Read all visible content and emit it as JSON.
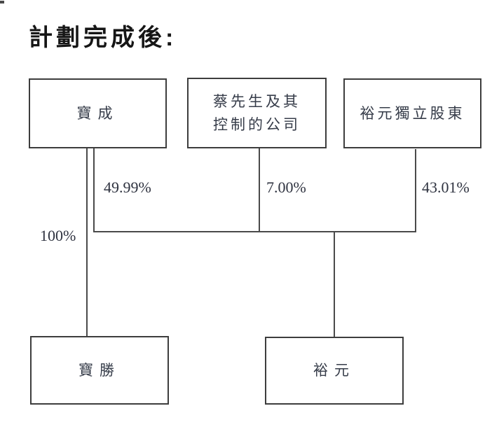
{
  "title": "計劃完成後:",
  "boxes": {
    "poucheng": "寶成",
    "tsai_line1": "蔡先生及其",
    "tsai_line2": "控制的公司",
    "independent": "裕元獨立股東",
    "pousheng": "寶勝",
    "yueyuen": "裕元"
  },
  "edges": [
    {
      "from": "寶成",
      "to": "寶勝",
      "percent": "100%"
    },
    {
      "from": "寶成",
      "to": "裕元",
      "percent": "49.99%"
    },
    {
      "from": "蔡先生及其控制的公司",
      "to": "裕元",
      "percent": "7.00%"
    },
    {
      "from": "裕元獨立股東",
      "to": "裕元",
      "percent": "43.01%"
    }
  ],
  "colors": {
    "line": "#4a4a4a",
    "box_border": "#3d3d3d",
    "box_text": "#363c49",
    "title_text": "#161616",
    "background": "#ffffff"
  }
}
